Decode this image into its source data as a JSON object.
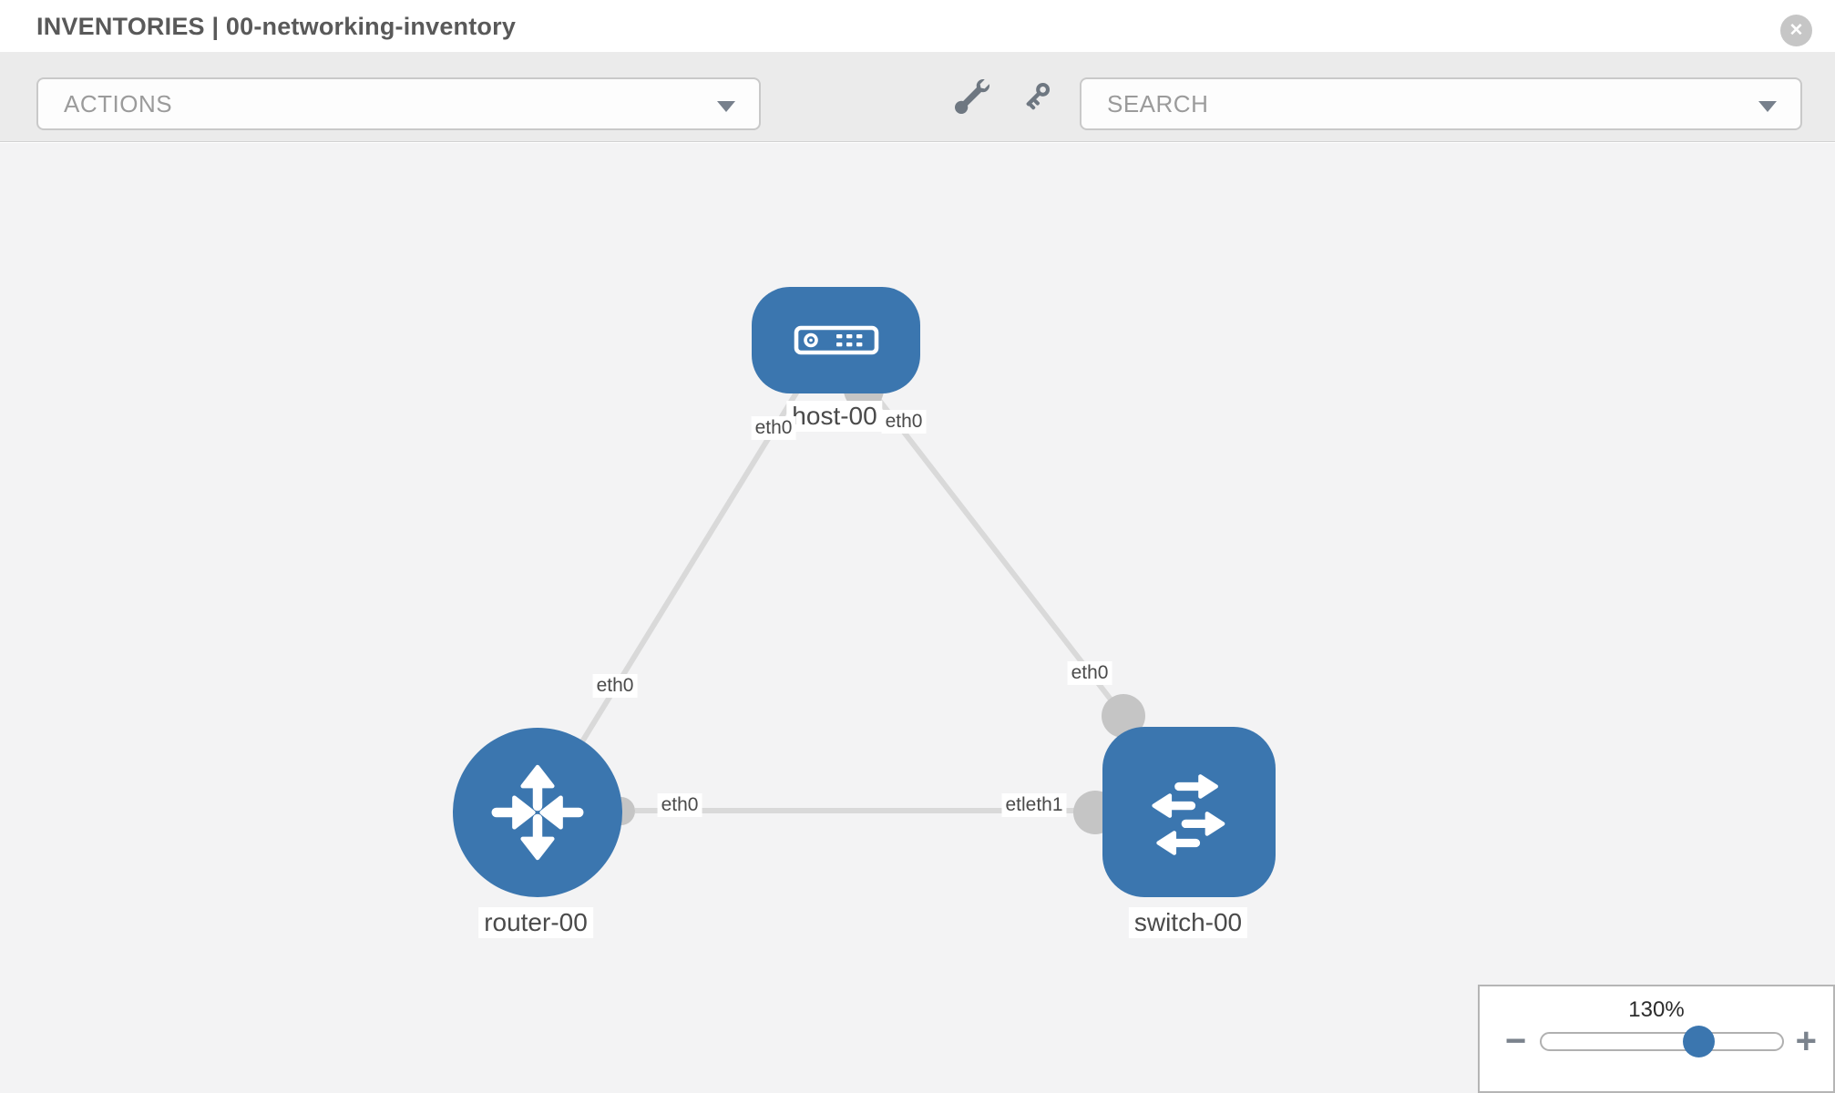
{
  "header": {
    "title": "INVENTORIES | 00-networking-inventory",
    "close_glyph": "✕"
  },
  "toolbar": {
    "actions_label": "ACTIONS",
    "search_label": "SEARCH",
    "icons": [
      "wrench-icon",
      "key-icon"
    ]
  },
  "topology": {
    "nodes": [
      {
        "id": "host-00",
        "label": "host-00",
        "type": "host",
        "shape": "rounded-rect",
        "icon": "server-icon"
      },
      {
        "id": "router-00",
        "label": "router-00",
        "type": "router",
        "shape": "circle",
        "icon": "router-arrows-icon"
      },
      {
        "id": "switch-00",
        "label": "switch-00",
        "type": "switch",
        "shape": "rounded-square",
        "icon": "switch-arrows-icon"
      }
    ],
    "links": [
      {
        "from": "host-00",
        "to": "router-00",
        "from_iface": "eth0",
        "to_iface": "eth0"
      },
      {
        "from": "host-00",
        "to": "switch-00",
        "from_iface": "eth0",
        "to_iface": "eth0"
      },
      {
        "from": "router-00",
        "to": "switch-00",
        "from_iface": "eth0",
        "to_iface_display": "etleth1"
      }
    ],
    "iface_labels": [
      {
        "text": "eth0"
      },
      {
        "text": "eth0"
      },
      {
        "text": "eth0"
      },
      {
        "text": "eth0"
      },
      {
        "text": "eth0"
      },
      {
        "text": "etleth1"
      }
    ]
  },
  "zoom_control": {
    "level": "130%",
    "minus_glyph": "−",
    "plus_glyph": "+"
  },
  "colors": {
    "node_blue": "#3b76af",
    "link_gray": "#d9d9d9",
    "endpoint_gray": "#c5c5c5",
    "toolbar_bg": "#ebebeb",
    "canvas_bg": "#f3f3f4",
    "icon_gray": "#6e7781",
    "title_gray": "#595959"
  }
}
